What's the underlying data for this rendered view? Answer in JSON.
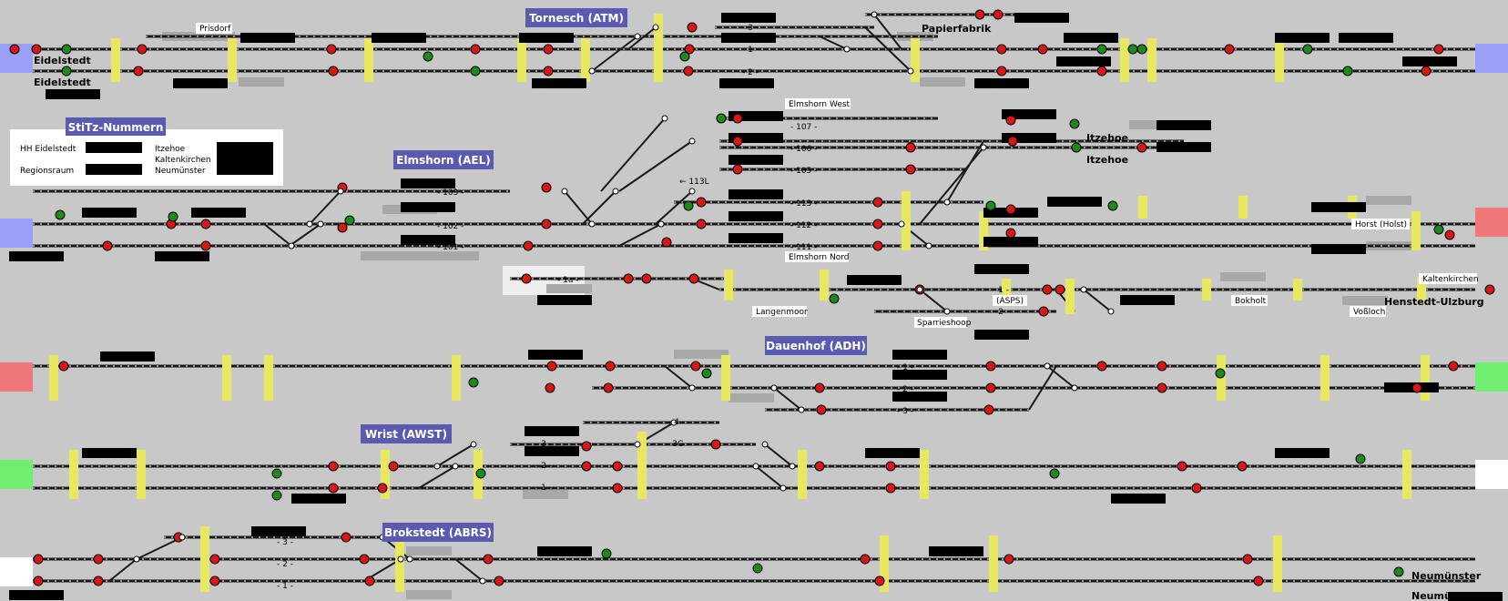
{
  "colors": {
    "background": "#c8c8c8",
    "station_box": "#5a5ab0",
    "signal_red": "#d81818",
    "signal_green": "#1e8a1e",
    "yellow_block": "#e8e860",
    "track": "#1a1a1a",
    "edge_blue": "#9aa0f8",
    "edge_red": "#f07878",
    "edge_green": "#70ee70"
  },
  "stations": [
    {
      "name": "Tornesch (ATM)"
    },
    {
      "name": "Elmshorn (AEL)"
    },
    {
      "name": "Dauenhof (ADH)"
    },
    {
      "name": "Wrist (AWST)"
    },
    {
      "name": "Brokstedt (ABRS)"
    }
  ],
  "stitz_panel": {
    "title": "StiTz-Nummern",
    "hh_eidelstedt": "HH Eidelstedt",
    "regionsraum": "Regionsraum",
    "itzehoe": "Itzehoe",
    "kaltenkirchen": "Kaltenkirchen",
    "neumuenster": "Neumünster"
  },
  "place_labels": [
    {
      "key": "eidelstedt_1",
      "text": "Eidelstedt"
    },
    {
      "key": "eidelstedt_2",
      "text": "Eidelstedt"
    },
    {
      "key": "prisdorf",
      "text": "Prisdorf"
    },
    {
      "key": "papierfabrik",
      "text": "Papierfabrik"
    },
    {
      "key": "elmshorn_west",
      "text": "Elmshorn West"
    },
    {
      "key": "elmshorn_nord",
      "text": "Elmshorn Nord"
    },
    {
      "key": "itzehoe_1",
      "text": "Itzehoe"
    },
    {
      "key": "itzehoe_2",
      "text": "Itzehoe"
    },
    {
      "key": "horst",
      "text": "Horst (Holst)"
    },
    {
      "key": "kaltenkirchen",
      "text": "Kaltenkirchen"
    },
    {
      "key": "henstedt",
      "text": "Henstedt-Ulzburg"
    },
    {
      "key": "bokholt",
      "text": "Bokholt"
    },
    {
      "key": "vossloch",
      "text": "Voßloch"
    },
    {
      "key": "langenmoor",
      "text": "Langenmoor"
    },
    {
      "key": "sparrieshoop",
      "text": "Sparrieshoop"
    },
    {
      "key": "asps",
      "text": "(ASPS)"
    },
    {
      "key": "neumuenster_1",
      "text": "Neumünster"
    },
    {
      "key": "neumuenster_2",
      "text": "Neumünster"
    }
  ],
  "track_labels": [
    {
      "key": "torn_3",
      "text": "- 3 -"
    },
    {
      "key": "torn_1",
      "text": "- 1 -"
    },
    {
      "key": "torn_2",
      "text": "- 2 -"
    },
    {
      "key": "elm_107",
      "text": "- 107 -"
    },
    {
      "key": "elm_106",
      "text": "- 106 -"
    },
    {
      "key": "elm_105",
      "text": "- 105 -"
    },
    {
      "key": "elm_103",
      "text": "- 103 -"
    },
    {
      "key": "elm_102",
      "text": "- 102 -"
    },
    {
      "key": "elm_101",
      "text": "- 101 -"
    },
    {
      "key": "elm_113",
      "text": "- 113 -"
    },
    {
      "key": "elm_112",
      "text": "- 112 -"
    },
    {
      "key": "elm_111",
      "text": "- 111 -"
    },
    {
      "key": "elm_113l",
      "text": "← 113L"
    },
    {
      "key": "elm_1a",
      "text": "- 1a -"
    },
    {
      "key": "asps_1",
      "text": "- 1 -"
    },
    {
      "key": "asps_2",
      "text": "- 2 -"
    },
    {
      "key": "adh_1",
      "text": "- 1 -"
    },
    {
      "key": "adh_2",
      "text": "- 2 -"
    },
    {
      "key": "adh_3",
      "text": "- 3 -"
    },
    {
      "key": "awst_4",
      "text": "- 4 -"
    },
    {
      "key": "awst_3",
      "text": "- 3 -"
    },
    {
      "key": "awst_3g",
      "text": "- 3G -"
    },
    {
      "key": "awst_2",
      "text": "- 2 -"
    },
    {
      "key": "awst_1",
      "text": "- 1 -"
    },
    {
      "key": "abrs_3",
      "text": "- 3 -"
    },
    {
      "key": "abrs_2",
      "text": "- 2 -"
    },
    {
      "key": "abrs_1",
      "text": "- 1 -"
    }
  ]
}
